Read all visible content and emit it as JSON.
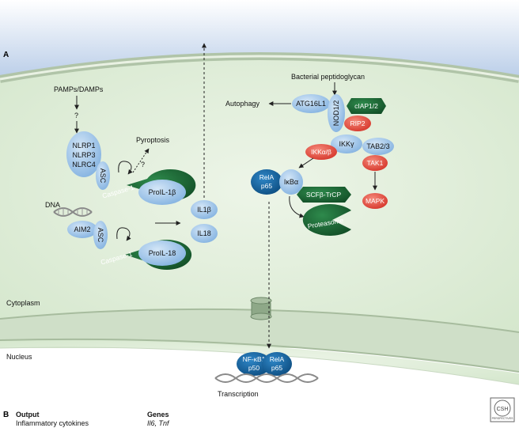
{
  "panel_a": {
    "label": "A",
    "compartments": {
      "cytoplasm": "Cytoplasm",
      "nucleus": "Nucleus"
    },
    "inflammasome": {
      "input": "PAMPs/DAMPs",
      "unknown_1": "?",
      "unknown_2": "?",
      "nlrp1": "NLRP1",
      "nlrp3": "NLRP3",
      "nlrc4": "NLRC4",
      "asc_1": "ASC",
      "caspase_1": "Caspase-1",
      "prolil1b": "ProIL-1β",
      "pyroptosis": "Pyroptosis",
      "dna": "DNA",
      "aim2": "AIM2",
      "asc_2": "ASC",
      "caspase_2": "Caspase-1",
      "prolil18": "ProIL-18",
      "il1b": "IL1β",
      "il18": "IL18"
    },
    "nod": {
      "input": "Bacterial peptidoglycan",
      "autophagy": "Autophagy",
      "atg16l1": "ATG16L1",
      "nod12": "NOD1/2",
      "ciap": "cIAP1/2",
      "rip2": "RIP2",
      "ikkg": "IKKγ",
      "tab23": "TAB2/3",
      "ikkab": "IKKα/β",
      "tak1": "TAK1",
      "mapk": "MAPK",
      "rela": "RelA",
      "p65": "p65",
      "ikba": "IκBα",
      "scf": "SCFβ-TrCP",
      "proteasome": "Proteasome"
    },
    "nuclear": {
      "nfkb1": "NF-κB1",
      "p50": "p50",
      "rela": "RelA",
      "p65": "p65",
      "transcription": "Transcription"
    }
  },
  "panel_b": {
    "label": "B",
    "output_header": "Output",
    "output_value": "Inflammatory cytokines",
    "genes_header": "Genes",
    "genes_value": "Il6, Tnf"
  },
  "logo": {
    "text": "CSH",
    "subtext": "PERSPECTIVES"
  },
  "colors": {
    "light_blue": "#9cc4e8",
    "dark_blue": "#0f5e99",
    "green": "#1b6b37",
    "red": "#e4453a",
    "cytoplasm": "#dcebd4",
    "nucleus": "#e2eedf"
  }
}
